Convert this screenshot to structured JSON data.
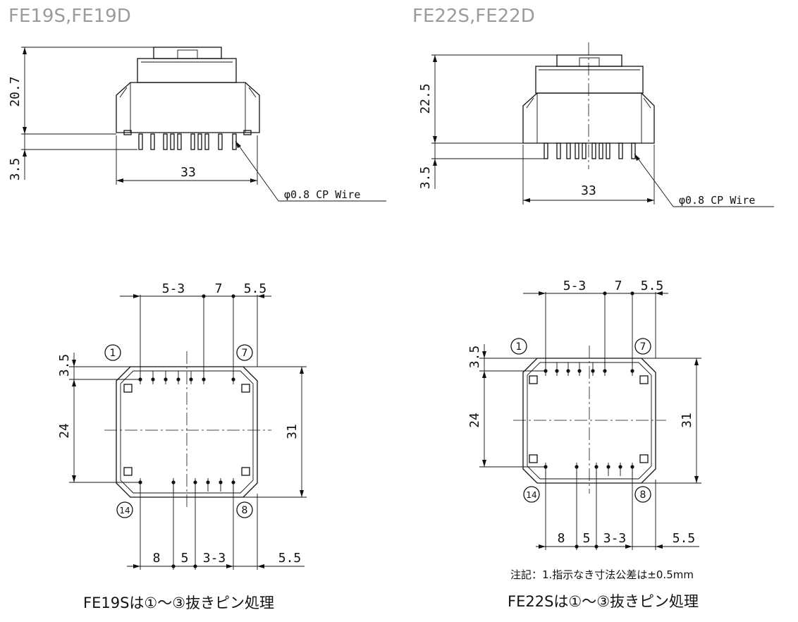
{
  "left": {
    "title": "FE19S,FE19D",
    "side": {
      "height": "20.7",
      "pin_len": "3.5",
      "width": "33",
      "wire": "φ0.8  CP Wire"
    },
    "bottom": {
      "top_pitch": "5-3",
      "top_mid": "7",
      "top_end": "5.5",
      "left_top": "3.5",
      "left_span": "24",
      "right_span": "31",
      "pin_1": "1",
      "pin_7": "7",
      "pin_14": "14",
      "pin_8": "8",
      "bot_a": "8",
      "bot_b": "5",
      "bot_c": "3-3",
      "bot_end": "5.5"
    },
    "caption": "FE19Sは①～③抜きピン処理"
  },
  "right": {
    "title": "FE22S,FE22D",
    "side": {
      "height": "22.5",
      "pin_len": "3.5",
      "width": "33",
      "wire": "φ0.8  CP Wire"
    },
    "bottom": {
      "top_pitch": "5-3",
      "top_mid": "7",
      "top_end": "5.5",
      "left_top": "3.5",
      "left_span": "24",
      "right_span": "31",
      "pin_1": "1",
      "pin_7": "7",
      "pin_14": "14",
      "pin_8": "8",
      "bot_a": "8",
      "bot_b": "5",
      "bot_c": "3-3",
      "bot_end": "5.5"
    },
    "note": "注記：1.指示なき寸法公差は±0.5mm",
    "caption": "FE22Sは①～③抜きピン処理"
  }
}
